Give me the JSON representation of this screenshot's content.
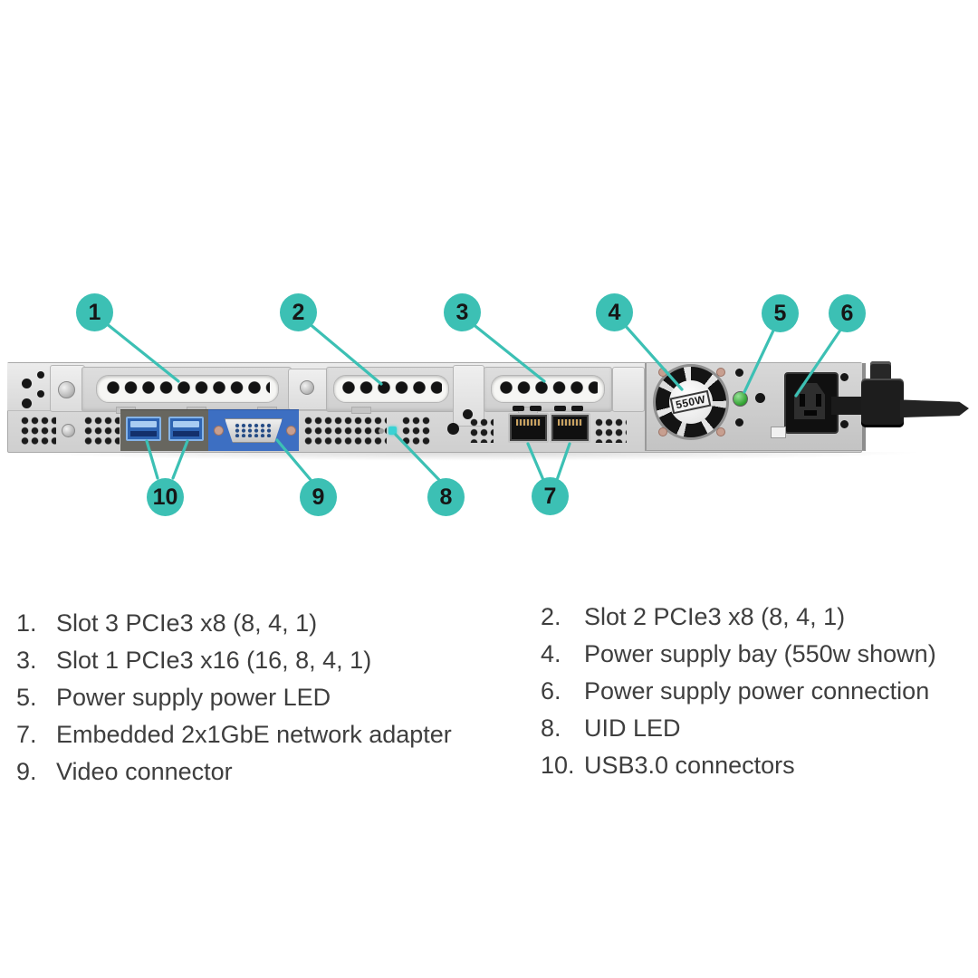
{
  "diagram": {
    "accent_color": "#3cc0b4",
    "chassis_color": "#dadada",
    "callouts": {
      "c1": "1",
      "c2": "2",
      "c3": "3",
      "c4": "4",
      "c5": "5",
      "c6": "6",
      "c7": "7",
      "c8": "8",
      "c9": "9",
      "c10": "10"
    },
    "psu": {
      "fan_label": "550W",
      "led_color": "#35a435"
    }
  },
  "legend": {
    "left": [
      {
        "num": "1.",
        "text": "Slot 3 PCIe3 x8 (8, 4, 1)"
      },
      {
        "num": "3.",
        "text": "Slot 1 PCIe3 x16 (16, 8, 4, 1)"
      },
      {
        "num": "5.",
        "text": "Power supply power LED"
      },
      {
        "num": "7.",
        "text": "Embedded 2x1GbE network adapter"
      },
      {
        "num": "9.",
        "text": "Video connector"
      }
    ],
    "right": [
      {
        "num": "2.",
        "text": "Slot 2 PCIe3 x8 (8, 4, 1)"
      },
      {
        "num": "4.",
        "text": "Power supply bay (550w shown)"
      },
      {
        "num": "6.",
        "text": "Power supply power connection"
      },
      {
        "num": "8.",
        "text": "UID LED"
      },
      {
        "num": "10.",
        "text": "USB3.0 connectors"
      }
    ]
  }
}
